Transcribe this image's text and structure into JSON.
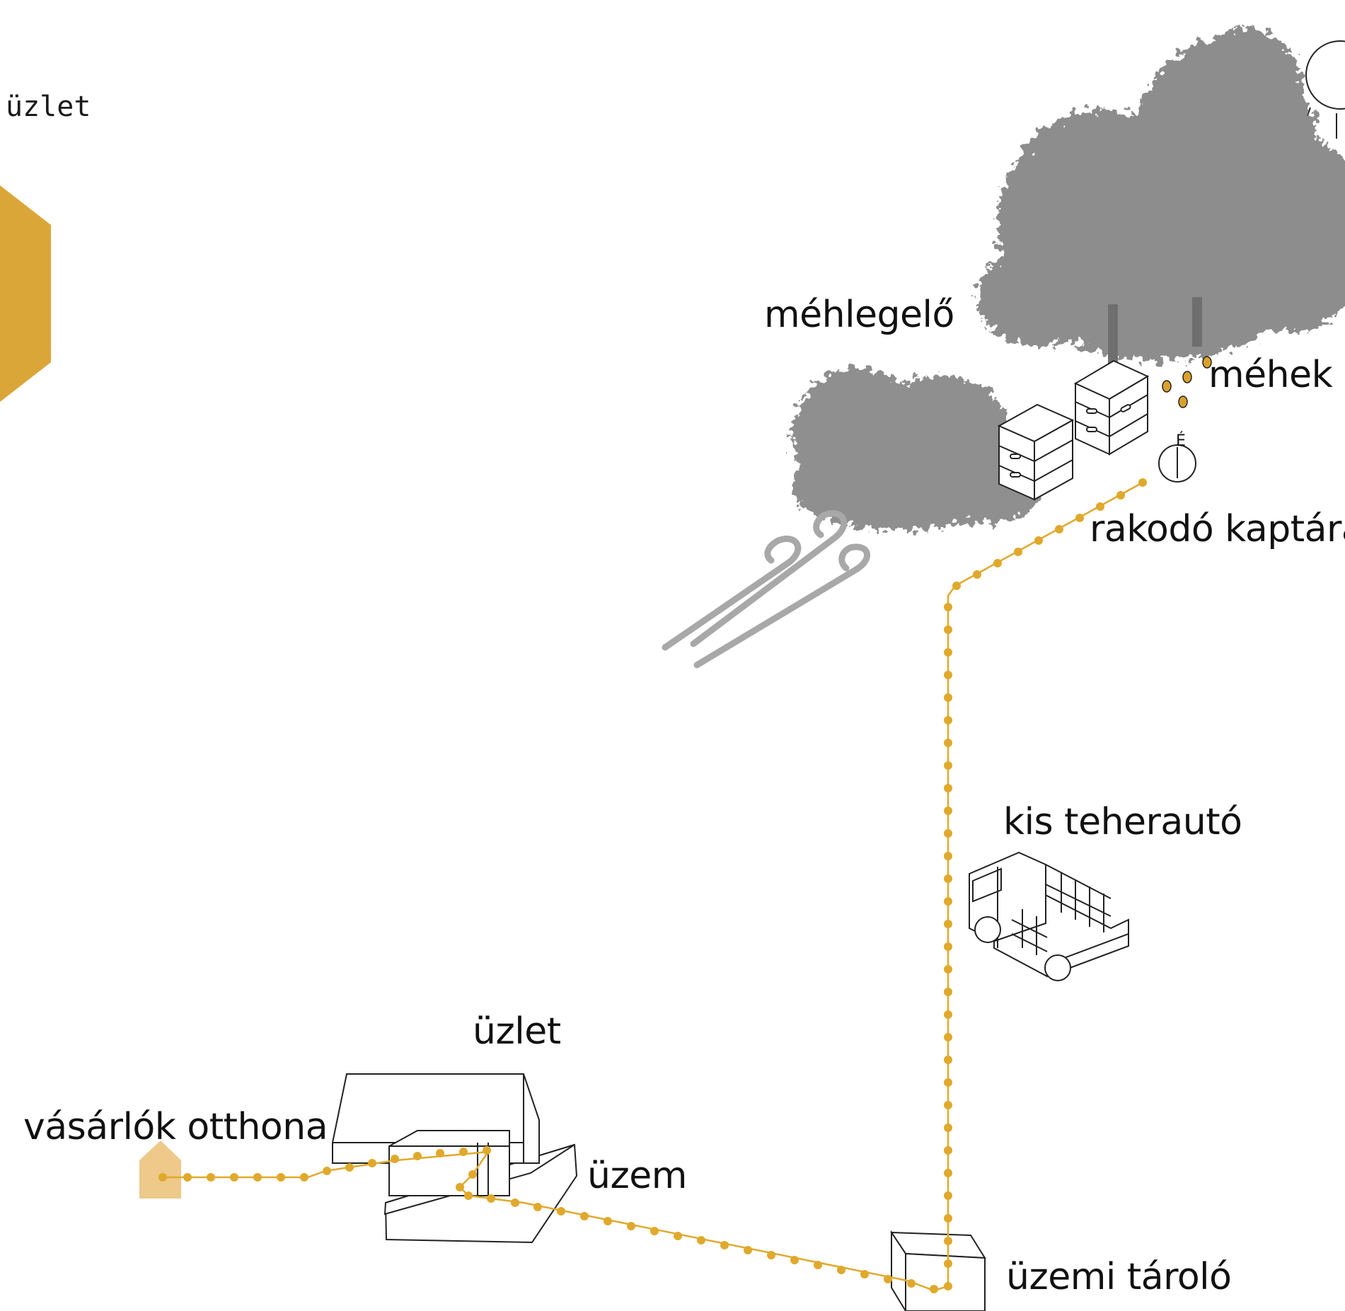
{
  "header": {
    "mono_title": "üzlet"
  },
  "labels": {
    "pasture": "méhlegelő",
    "bees": "méhek",
    "loading_hives": "rakodó kaptárak",
    "truck": "kis teherautó",
    "shop": "üzlet",
    "customers_home": "vásárlók otthona",
    "plant": "üzem",
    "plant_storage": "üzemi tároló",
    "north_marker": "É"
  },
  "colors": {
    "route": "#e0a92c",
    "hexagon": "#dba638",
    "home_icon": "#eec98a",
    "trees": "#8a8a8a",
    "wind": "#a8a8a8",
    "outline": "#222222"
  },
  "icons": [
    "hexagon-shape",
    "sun-icon",
    "tree-icon",
    "beehive-icon",
    "bee-icon",
    "compass-icon",
    "wind-icon",
    "truck-icon",
    "building-icon",
    "home-icon",
    "storage-icon"
  ]
}
